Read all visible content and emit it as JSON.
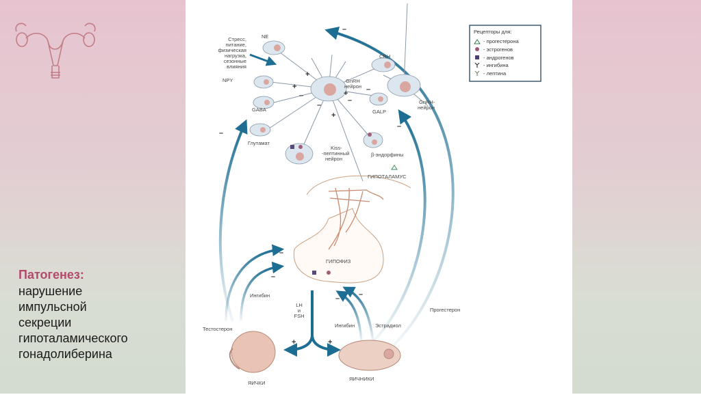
{
  "caption": {
    "title": "Патогенез:",
    "text_lines": [
      "нарушение",
      "импульсной",
      "секреции",
      "гипоталамического",
      "гонадолиберина"
    ]
  },
  "legend": {
    "title": "Рецепторы для:",
    "items": [
      {
        "icon": "triangle-icon",
        "label": "- прогестерона"
      },
      {
        "icon": "circle-icon",
        "label": "- эстрогенов"
      },
      {
        "icon": "square-icon",
        "label": "- андрогенов"
      },
      {
        "icon": "receptor-y-icon",
        "label": "- ингибина"
      },
      {
        "icon": "receptor-y-icon",
        "label": "- лептина"
      }
    ]
  },
  "labels": {
    "ne": "NE",
    "stress_lines": [
      "Стресс,",
      "питание,",
      "физическая",
      "нагрузка,",
      "сезонные",
      "влияния"
    ],
    "crh": "CRH",
    "npy": "NPY",
    "gaba": "GABA",
    "gnrh_main": [
      "GnRH",
      "нейрон"
    ],
    "galp": "GALP",
    "gnrh_right": [
      "GnRH-",
      "нейрон"
    ],
    "glutamate": "Глутамат",
    "kiss": [
      "Kiss-",
      "-пептинный",
      "нейрон"
    ],
    "endorphin": "β-эндорфины",
    "hypothalamus": "ГИПОТАЛАМУС",
    "pituitary": "ГИПОФИЗ",
    "inhibin_left": "Ингибин",
    "lh_fsh": [
      "LH",
      "и",
      "FSH"
    ],
    "inhibin_right": "Ингибин",
    "estradiol": "Эстрадиол",
    "progesterone": "Прогестерон",
    "testosterone": "Тестостерон",
    "testes": "ЯИЧКИ",
    "ovaries": "ЯИЧНИКИ"
  },
  "signs": {
    "plus": "+",
    "minus": "–"
  },
  "colors": {
    "arrow": "#1e6e93",
    "neuron_fill": "#dbe6ee",
    "nucleus": "#d9a7a0",
    "tissue": "#e9c4b4",
    "caption_title": "#b24a6b"
  }
}
